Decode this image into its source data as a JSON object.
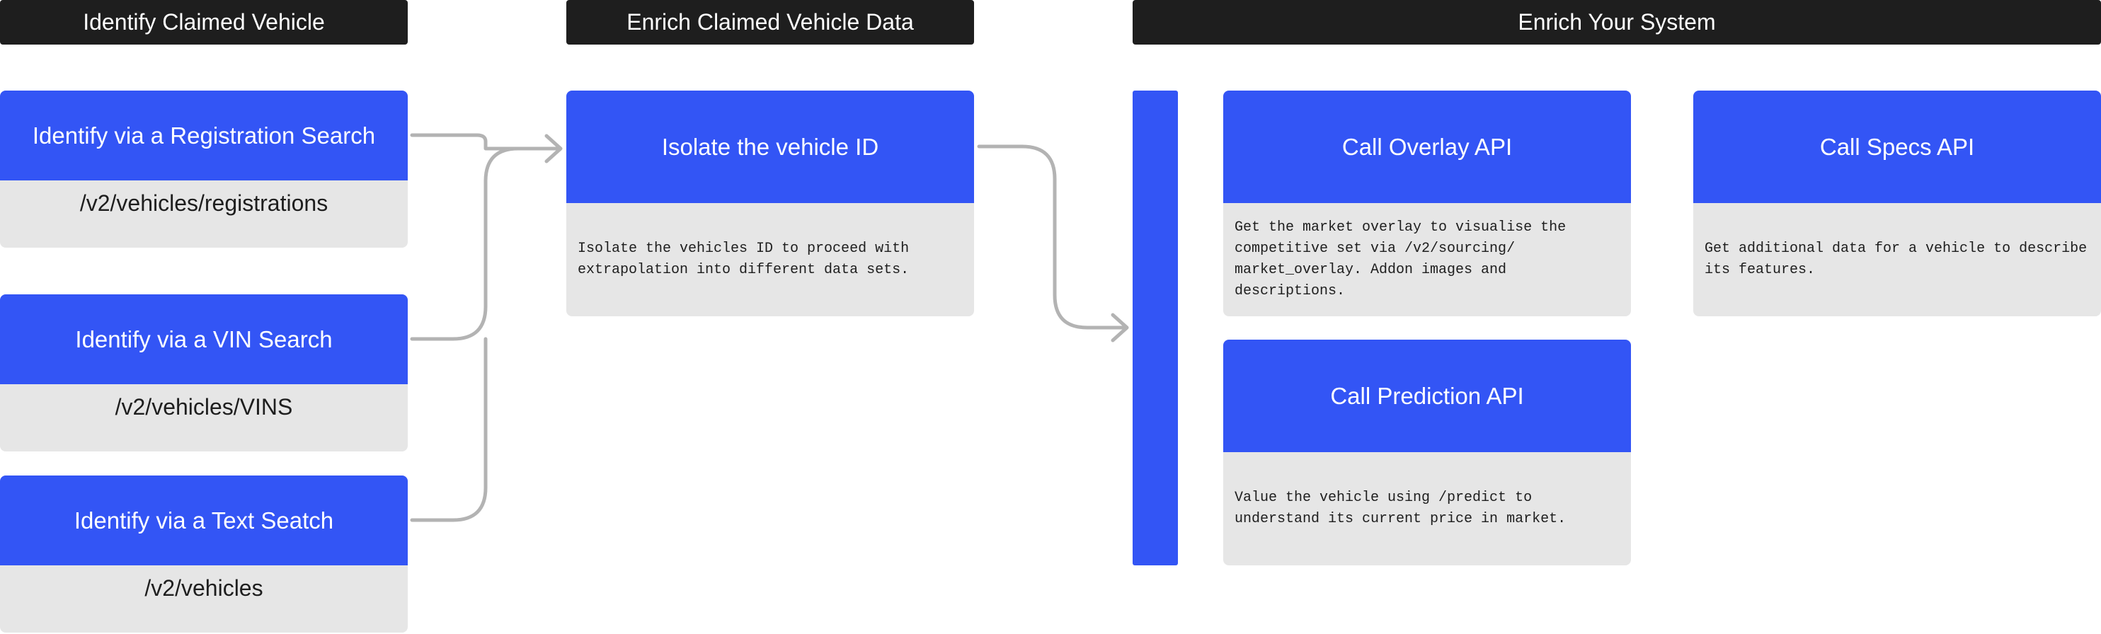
{
  "headers": {
    "identify": "Identify Claimed Vehicle",
    "enrich_data": "Enrich Claimed Vehicle Data",
    "enrich_system": "Enrich Your System"
  },
  "identify": {
    "registration": {
      "title": "Identify via a Registration Search",
      "endpoint": "/v2/vehicles/registrations"
    },
    "vin": {
      "title": "Identify via a VIN Search",
      "endpoint": "/v2/vehicles/VINS"
    },
    "text": {
      "title": "Identify via a Text Seatch",
      "endpoint": "/v2/vehicles"
    }
  },
  "isolate": {
    "title": "Isolate the vehicle ID",
    "description": "Isolate the vehicles ID to proceed with extrapolation into different data sets."
  },
  "apis": {
    "overlay": {
      "title": "Call Overlay API",
      "description": "Get the market overlay to visualise the competitive set via /v2/sourcing/ market_overlay. Addon images and descriptions."
    },
    "prediction": {
      "title": "Call Prediction API",
      "description": "Value the vehicle using /predict to understand its current price in market."
    },
    "specs": {
      "title": "Call Specs API",
      "description": "Get additional data for a vehicle to describe its features."
    }
  },
  "colors": {
    "blue": "#3355f5",
    "grey": "#e6e6e6",
    "dark": "#1e1e1e",
    "connector": "#b3b3b3"
  }
}
